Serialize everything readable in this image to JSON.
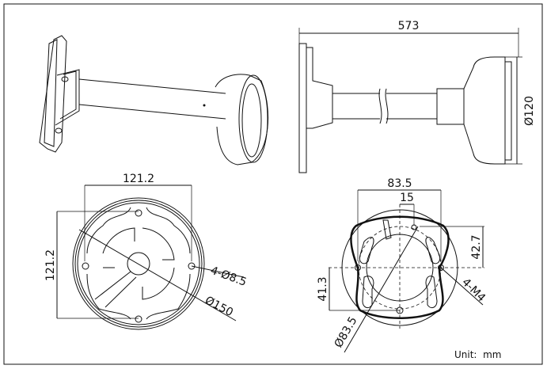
{
  "drawing": {
    "side_view": {
      "length": "573",
      "diameter": "Ø120"
    },
    "base_view": {
      "width": "121.2",
      "height": "121.2",
      "holes": "4-Ø8.5",
      "diameter": "Ø150"
    },
    "mount_view": {
      "width": "83.5",
      "offset": "15",
      "upper_height": "42.7",
      "lower_height": "41.3",
      "diameter": "Ø83.5",
      "screws": "4-M4"
    },
    "unit_label": "Unit:  mm"
  }
}
